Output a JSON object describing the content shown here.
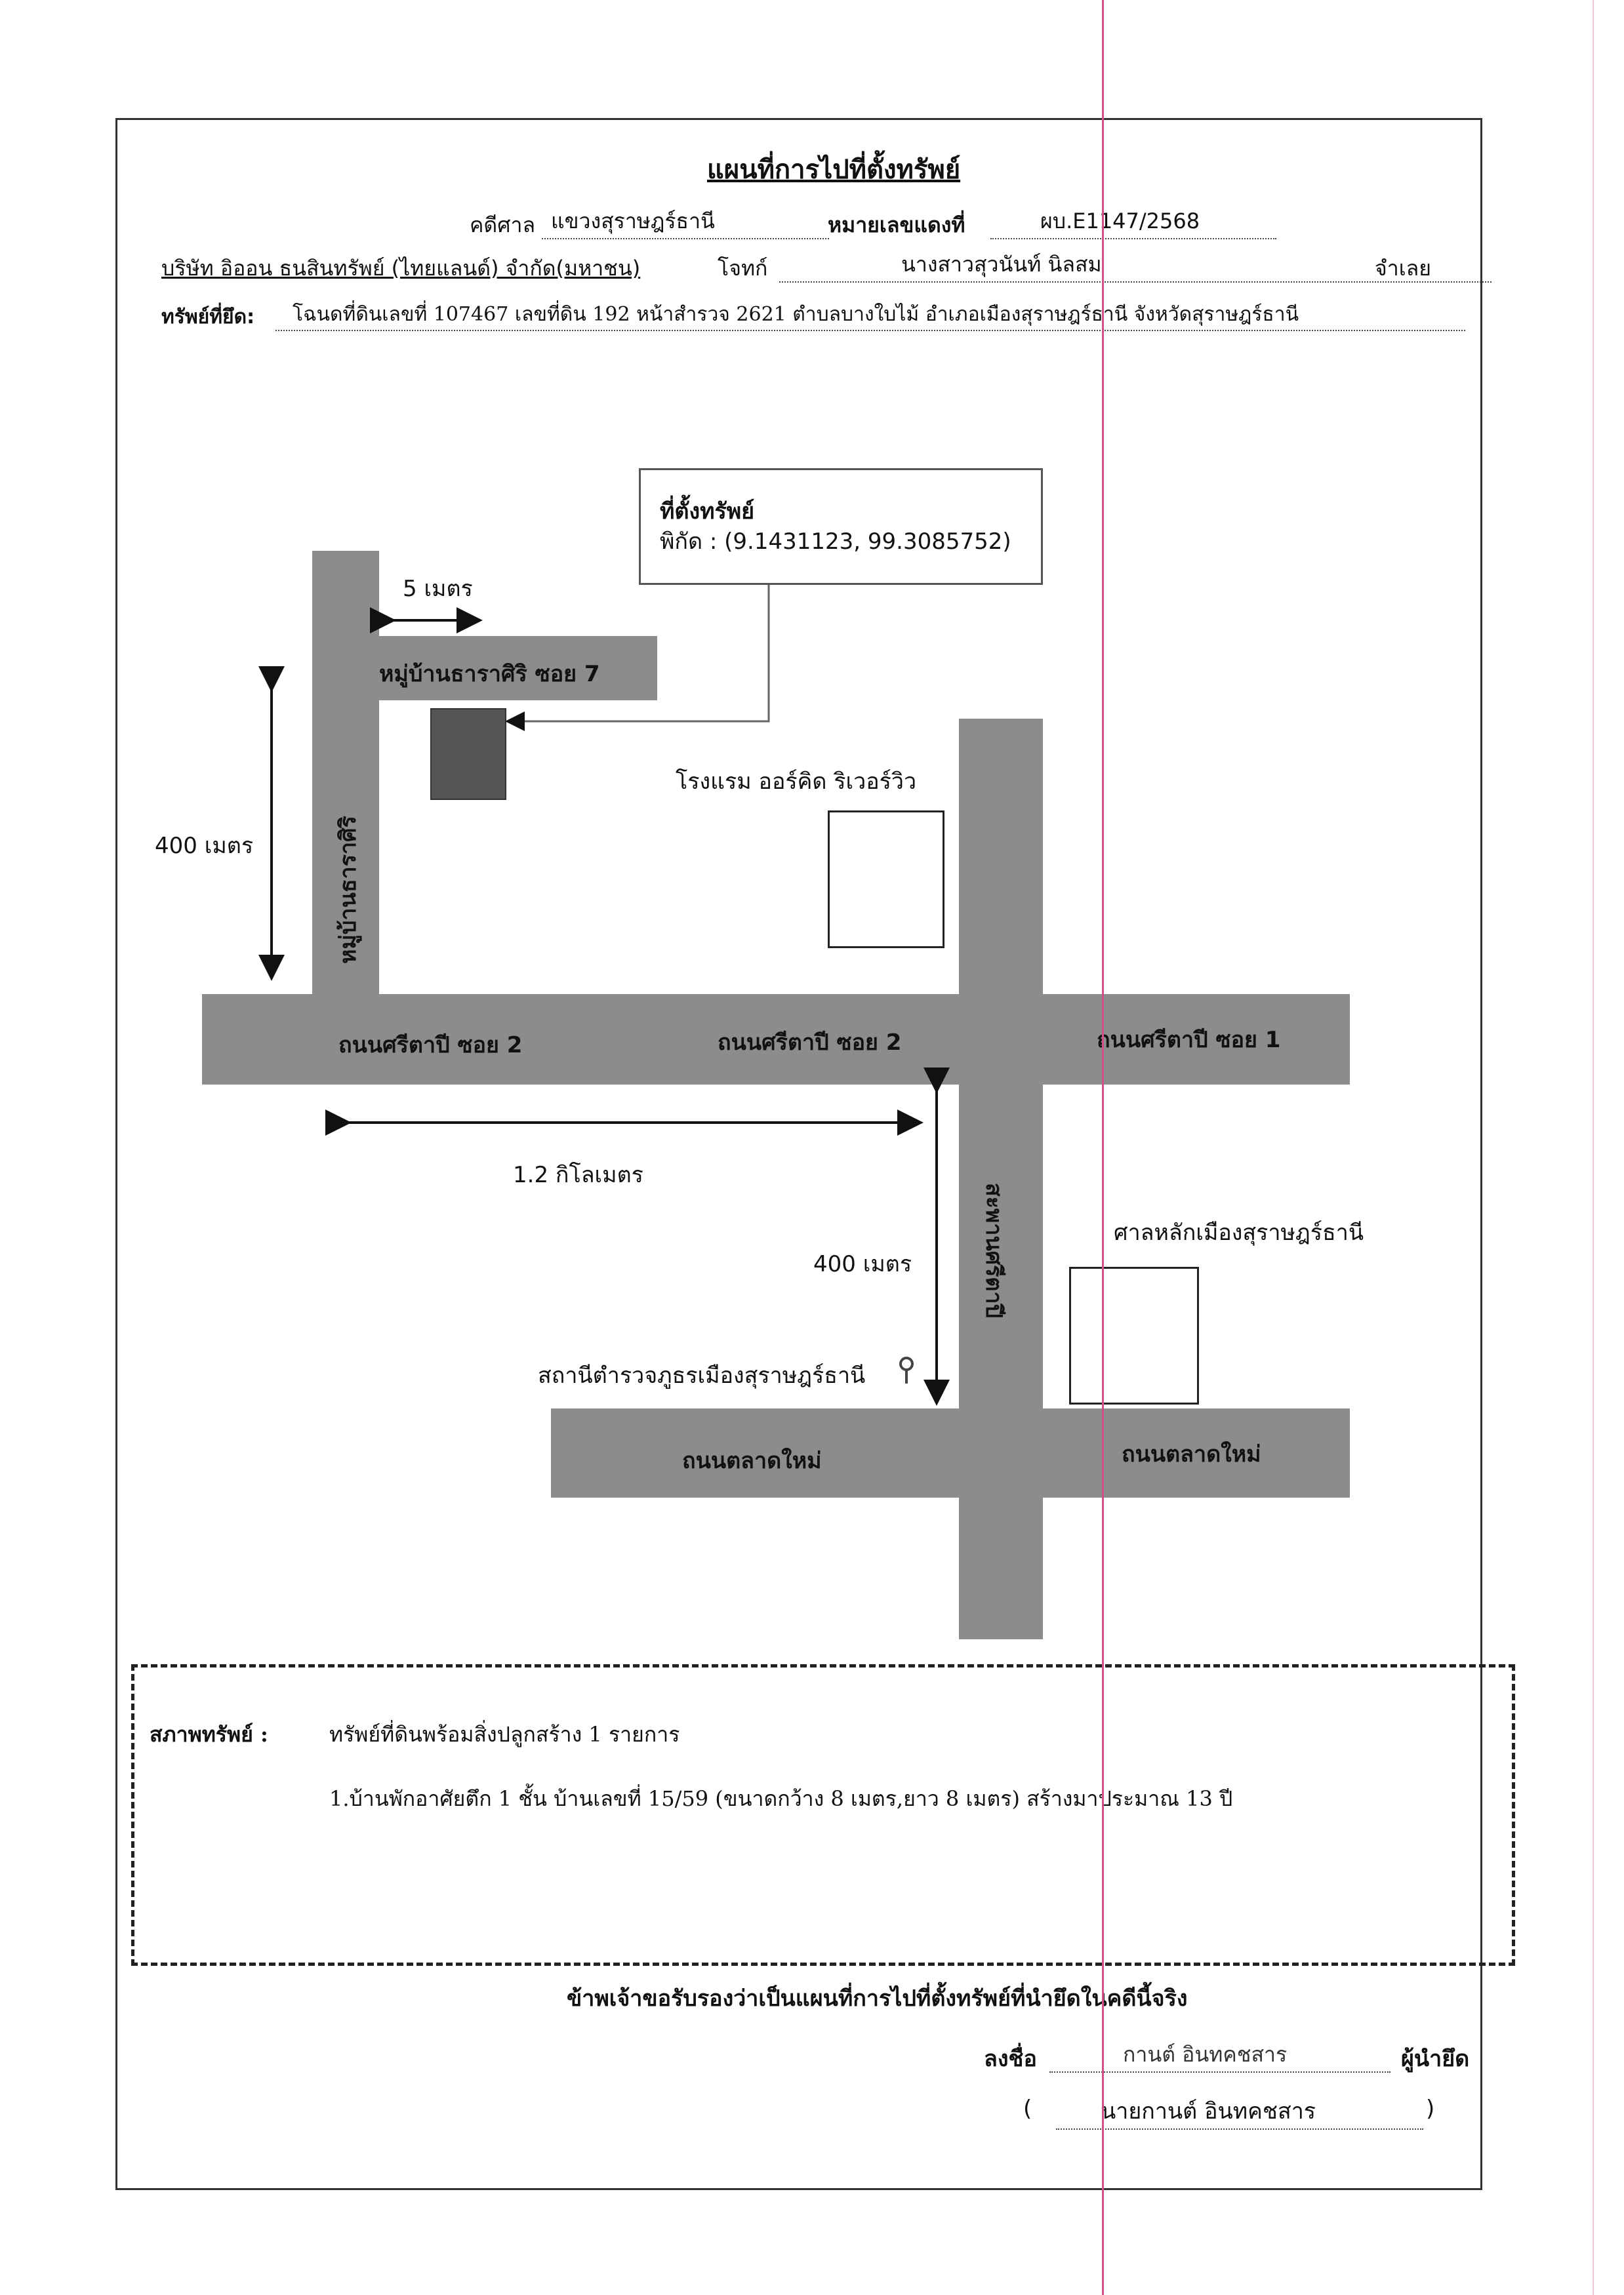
{
  "header": {
    "title": "แผนที่การไปที่ตั้งทรัพย์",
    "court_label": "คดีศาล",
    "court_value": "แขวงสุราษฎร์ธานี",
    "red_no_label": "หมายเลขแดงที่",
    "red_no_value": "ผบ.E1147/2568",
    "plaintiff": "บริษัท อิออน ธนสินทรัพย์ (ไทยแลนด์) จำกัด(มหาชน)",
    "plaintiff_role": "โจทก์",
    "defendant": "นางสาวสุวนันท์ นิลสม",
    "defendant_role": "จำเลย",
    "property_label": "ทรัพย์ที่ยึด:",
    "property_value": "โฉนดที่ดินเลขที่ 107467 เลขที่ดิน 192 หน้าสำรวจ 2621 ตำบลบางใบไม้ อำเภอเมืองสุราษฎร์ธานี จังหวัดสุราษฎร์ธานี"
  },
  "map": {
    "location_box": {
      "title": "ที่ตั้งทรัพย์",
      "coords": "พิกัด : (9.1431123, 99.3085752)"
    },
    "dimensions": {
      "top_width": "5 เมตร",
      "left_distance": "400 เมตร",
      "horizontal_distance": "1.2 กิโลเมตร",
      "lower_distance": "400 เมตร"
    },
    "roads": {
      "village_soi7": "หมู่บ้านธาราศิริ ซอย 7",
      "village_vertical": "หมู่บ้านธาราศิริ",
      "sritapi_soi2_left": "ถนนศรีตาปี ซอย 2",
      "sritapi_soi2_mid": "ถนนศรีตาปี ซอย 2",
      "sritapi_soi1": "ถนนศรีตาปี ซอย 1",
      "bridge": "สะพานศรีตาปี",
      "talat_mai_left": "ถนนตลาดใหม่",
      "talat_mai_right": "ถนนตลาดใหม่"
    },
    "landmarks": {
      "hotel": "โรงแรม ออร์คิด ริเวอร์วิว",
      "city_pillar": "ศาลหลักเมืองสุราษฎร์ธานี",
      "police": "สถานีตำรวจภูธรเมืองสุราษฎร์ธานี"
    },
    "colors": {
      "road": "#8c8c8c",
      "property": "#555555"
    }
  },
  "condition": {
    "label": "สภาพทรัพย์ :",
    "summary": "ทรัพย์ที่ดินพร้อมสิ่งปลูกสร้าง 1 รายการ",
    "item1": "1.บ้านพักอาศัยตึก 1 ชั้น บ้านเลขที่ 15/59 (ขนาดกว้าง 8 เมตร,ยาว 8 เมตร) สร้างมาประมาณ 13 ปี"
  },
  "footer": {
    "certify": "ข้าพเจ้าขอรับรองว่าเป็นแผนที่การไปที่ตั้งทรัพย์ที่นำยึดในคดีนี้จริง",
    "sign_label": "ลงชื่อ",
    "signature": "กานต์ อินทคชสาร",
    "sign_role": "ผู้นำยึด",
    "open_paren": "(",
    "printed_name": "นายกานต์ อินทคชสาร",
    "close_paren": ")"
  }
}
